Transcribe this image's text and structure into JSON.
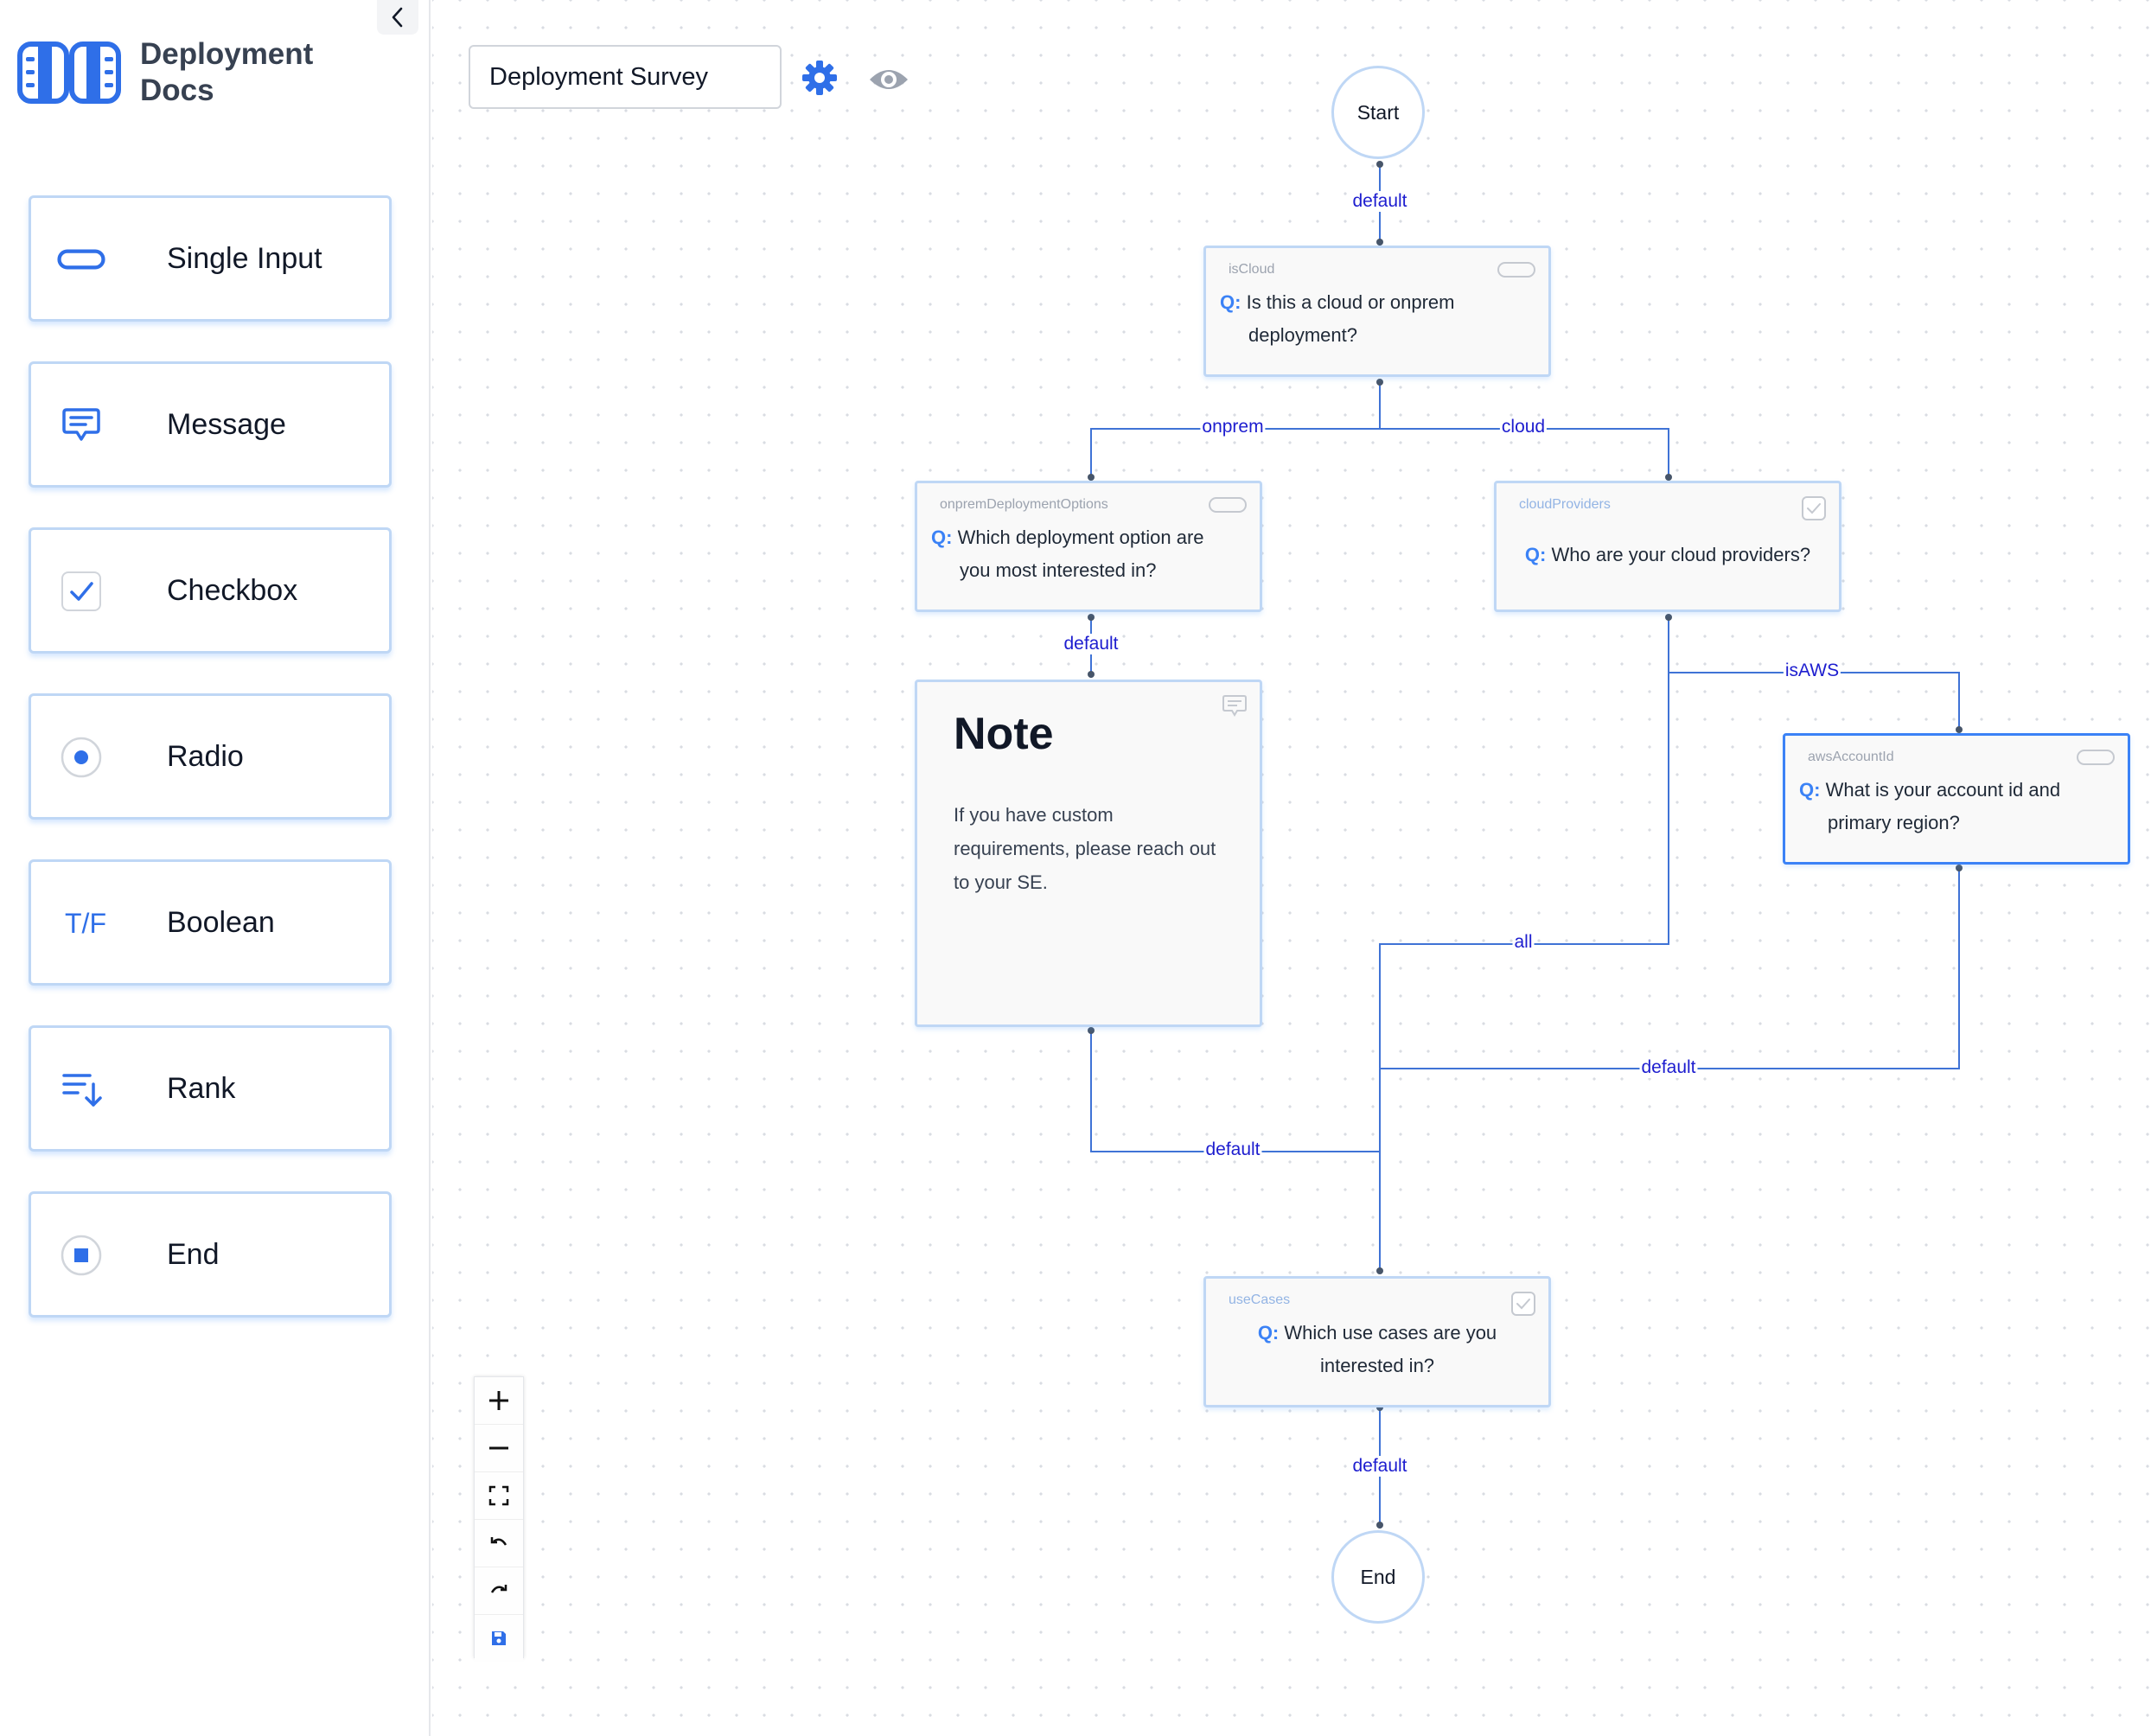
{
  "brand": {
    "name_line1": "Deployment",
    "name_line2": "Docs"
  },
  "palette": [
    {
      "label": "Single Input",
      "icon": "single-input-icon"
    },
    {
      "label": "Message",
      "icon": "message-icon"
    },
    {
      "label": "Checkbox",
      "icon": "checkbox-icon"
    },
    {
      "label": "Radio",
      "icon": "radio-icon"
    },
    {
      "label": "Boolean",
      "icon": "boolean-icon",
      "icon_text": "T/F"
    },
    {
      "label": "Rank",
      "icon": "rank-icon"
    },
    {
      "label": "End",
      "icon": "end-icon"
    }
  ],
  "toolbar": {
    "survey_name": "Deployment Survey"
  },
  "nodes": {
    "start": {
      "label": "Start"
    },
    "end": {
      "label": "End"
    },
    "isCloud": {
      "id": "isCloud",
      "question_prefix": "Q:",
      "line1": "Is this a cloud or onprem",
      "line2": "deployment?"
    },
    "onprem": {
      "id": "onpremDeploymentOptions",
      "question_prefix": "Q:",
      "line1": "Which deployment option are",
      "line2": "you most interested in?"
    },
    "cloudProviders": {
      "id": "cloudProviders",
      "question_prefix": "Q:",
      "line1": "Who are your cloud providers?"
    },
    "awsAccountId": {
      "id": "awsAccountId",
      "question_prefix": "Q:",
      "line1": "What is your account id and",
      "line2": "primary region?"
    },
    "useCases": {
      "id": "useCases",
      "question_prefix": "Q:",
      "line1": "Which use cases are you",
      "line2": "interested in?"
    },
    "note": {
      "title": "Note",
      "body_line1": "If you have custom",
      "body_line2": "requirements, please reach out",
      "body_line3": "to your SE."
    }
  },
  "edges": {
    "start_default": "default",
    "onprem": "onprem",
    "cloud": "cloud",
    "onprem_default": "default",
    "isAWS": "isAWS",
    "all": "all",
    "aws_default": "default",
    "note_default": "default",
    "usecases_default": "default"
  },
  "colors": {
    "accent": "#3b82f6",
    "node_border": "#bfd7f5",
    "edge": "#3f73d6",
    "edge_label": "#1d1dcf"
  }
}
